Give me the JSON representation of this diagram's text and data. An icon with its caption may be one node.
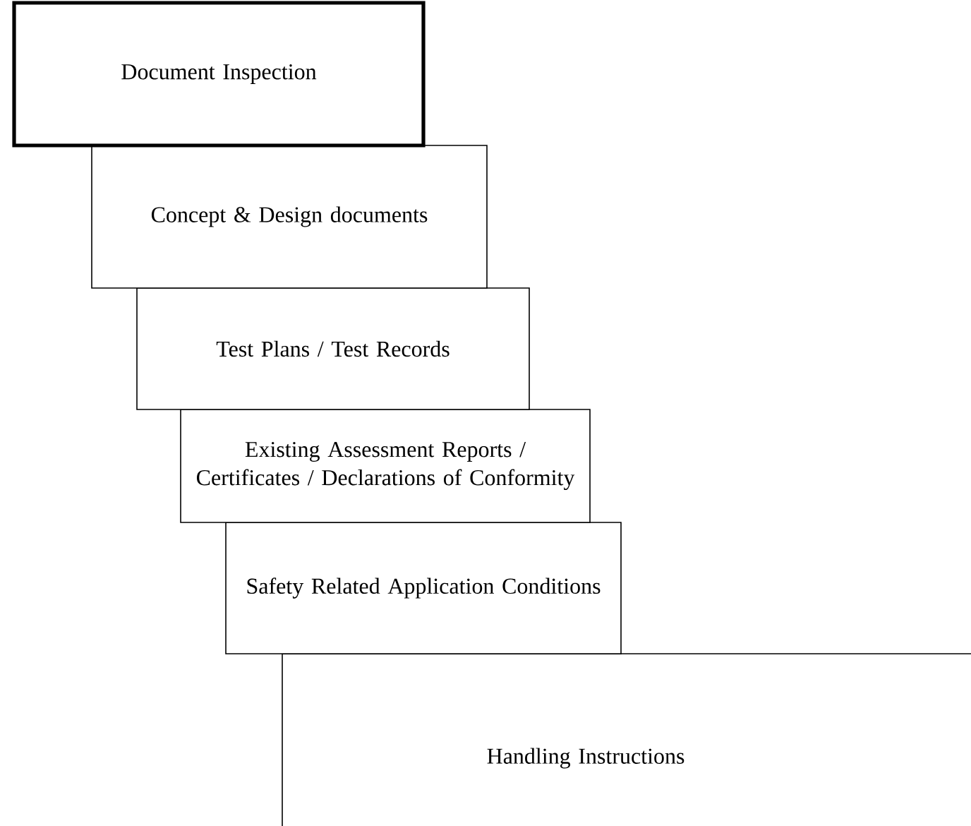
{
  "diagram": {
    "nodes": [
      {
        "text": [
          "Document Inspection"
        ]
      },
      {
        "text": [
          "Concept & Design documents"
        ]
      },
      {
        "text": [
          "Test Plans / Test Records"
        ]
      },
      {
        "text": [
          "Existing Assessment Reports / Certificates / Declarations of Conformity"
        ]
      },
      {
        "text": [
          "Safety Related Application Conditions"
        ]
      },
      {
        "text": [
          "Handling Instructions"
        ]
      }
    ]
  }
}
